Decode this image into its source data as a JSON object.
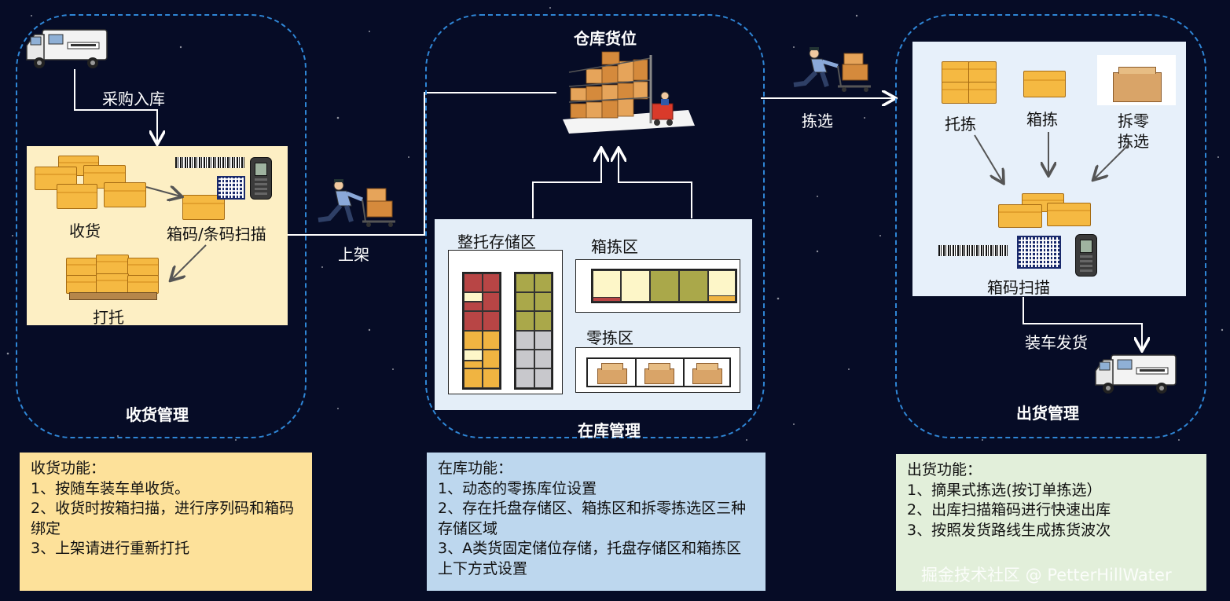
{
  "receiving": {
    "purchase_label": "采购入库",
    "receive_label": "收货",
    "scan_label": "箱码/条码扫描",
    "pallet_label": "打托",
    "zone_title": "收货管理"
  },
  "putaway_label": "上架",
  "storage": {
    "title": "仓库货位",
    "full_pallet_zone": "整托存储区",
    "case_pick_zone": "箱拣区",
    "piece_pick_zone": "零拣区",
    "zone_title": "在库管理"
  },
  "picking_label": "拣选",
  "shipping": {
    "pallet_pick": "托拣",
    "case_pick": "箱拣",
    "piece_pick_line1": "拆零",
    "piece_pick_line2": "拣选",
    "scan_label": "箱码扫描",
    "load_label": "装车发货",
    "zone_title": "出货管理"
  },
  "info_receiving": {
    "heading": "收货功能：",
    "items": [
      "1、按随车装车单收货。",
      "2、收货时按箱扫描，进行序列码和箱码绑定",
      "3、上架请进行重新打托"
    ]
  },
  "info_storage": {
    "heading": "在库功能：",
    "items": [
      "1、动态的零拣库位设置",
      "2、存在托盘存储区、箱拣区和拆零拣选区三种存储区域",
      "3、A类货固定储位存储，托盘存储区和箱拣区上下方式设置"
    ]
  },
  "info_shipping": {
    "heading": "出货功能：",
    "items": [
      "1、摘果式拣选(按订单拣选）",
      "2、出库扫描箱码进行快速出库",
      "3、按照发货路线生成拣货波次"
    ]
  },
  "watermark": "掘金技术社区 @ PetterHillWater",
  "colors": {
    "background": "#060c26",
    "zone_border": "#2f86d6",
    "receiving_panel": "#fdefc4",
    "storage_panel": "#e4eef8",
    "shipping_panel": "#e7f0fa",
    "info_receiving": "#fde19a",
    "info_storage": "#bdd7ee",
    "info_shipping": "#e2efda",
    "rack_red": "#b84545",
    "rack_orange": "#f0b441",
    "rack_olive": "#aaa84a",
    "rack_gray": "#c8c8cc",
    "rack_cream": "#fdf6c8"
  }
}
